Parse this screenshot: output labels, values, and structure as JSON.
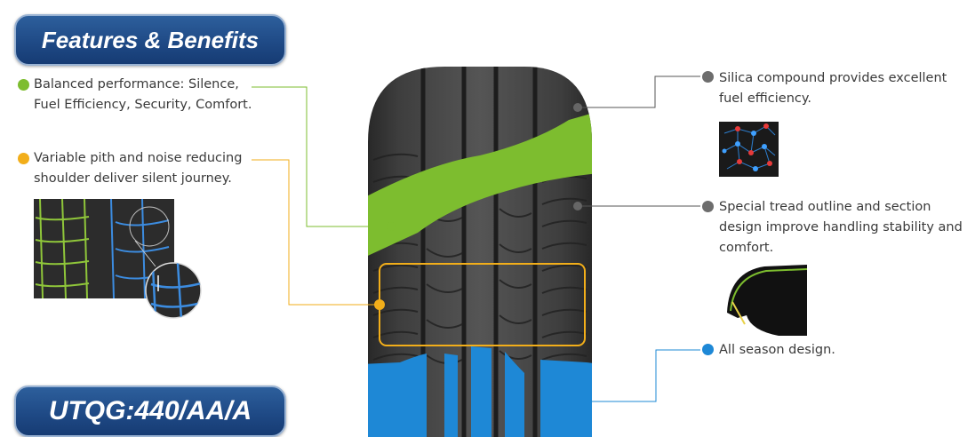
{
  "header": {
    "title": "Features & Benefits"
  },
  "footer": {
    "utqg": "UTQG:440/AA/A"
  },
  "features": [
    {
      "id": "balanced",
      "color": "#7dbd2f",
      "line1": "Balanced performance: Silence,",
      "line2": "Fuel Efficiency, Security, Comfort."
    },
    {
      "id": "variable-pitch",
      "color": "#f2ae1a",
      "line1": "Variable pith and noise reducing",
      "line2": "shoulder deliver silent journey."
    },
    {
      "id": "silica",
      "color": "#6d6d6d",
      "line1": "Silica compound provides excellent",
      "line2": "fuel efficiency."
    },
    {
      "id": "tread-outline",
      "color": "#6d6d6d",
      "line1": "Special tread outline and section",
      "line2": "design improve handling stability and",
      "line3": "comfort."
    },
    {
      "id": "all-season",
      "color": "#1e88d6",
      "line1": "All season design."
    }
  ],
  "icons": {
    "silica": "molecule-network-icon",
    "tread-section": "tire-cross-section-icon",
    "shoulder-detail": "shoulder-groove-zoom-icon"
  }
}
